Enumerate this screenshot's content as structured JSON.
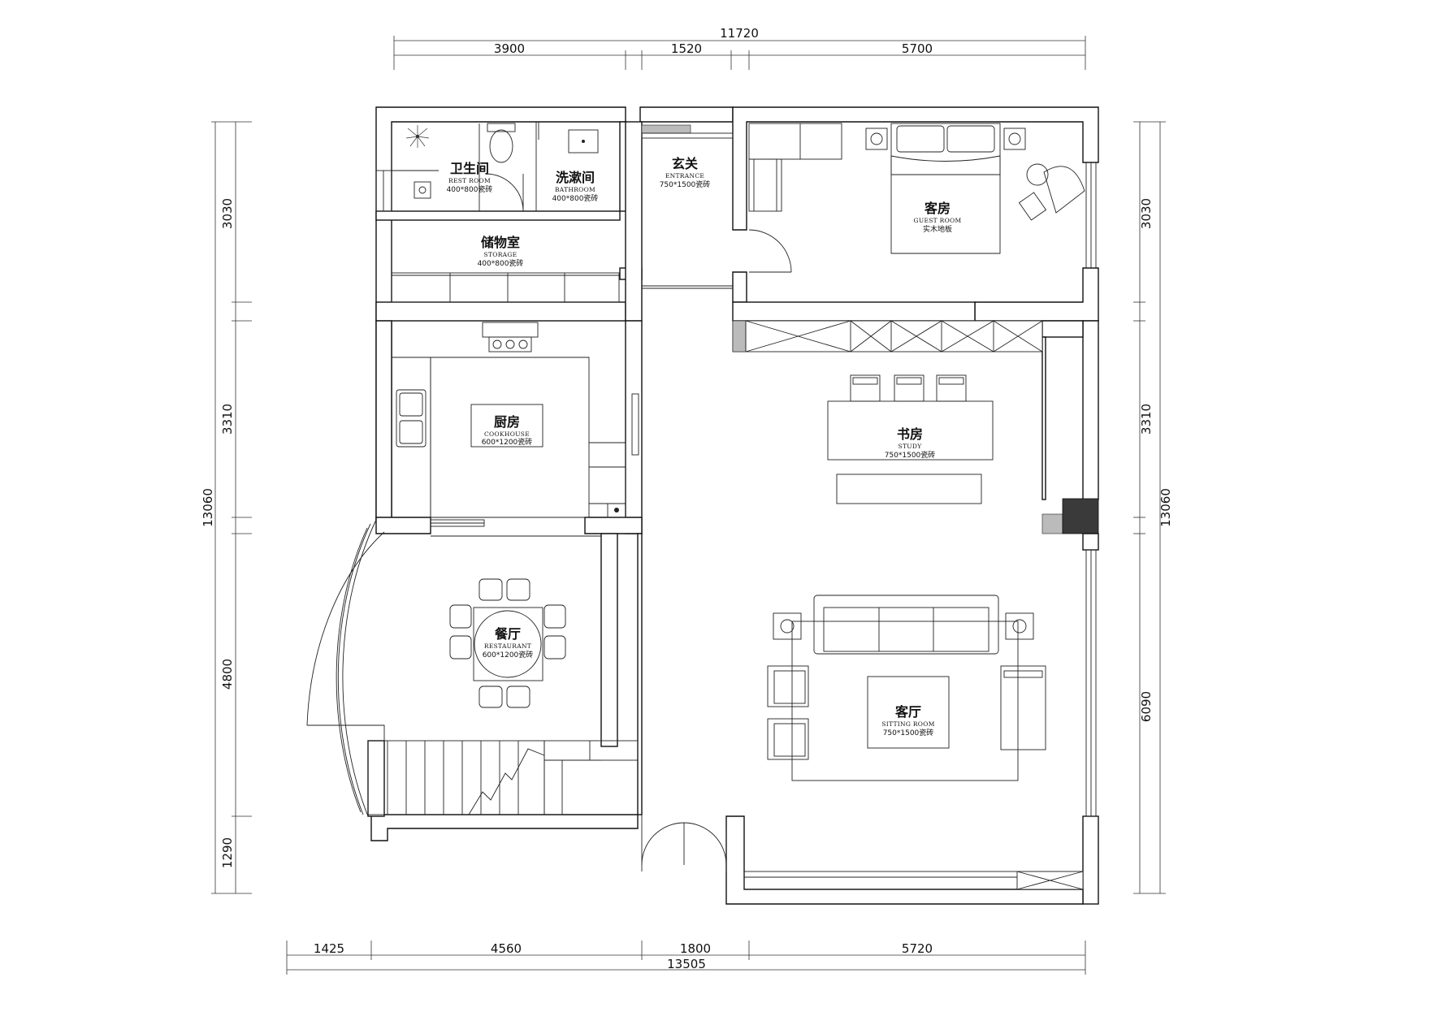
{
  "dimensions": {
    "top_total": "11720",
    "top_segments": [
      "3900",
      "1520",
      "5700"
    ],
    "bottom_total": "13505",
    "bottom_segments": [
      "1425",
      "4560",
      "1800",
      "5720"
    ],
    "left_total": "13060",
    "left_segments": [
      "3030",
      "3310",
      "4800",
      "1290"
    ],
    "right_total": "13060",
    "right_segments": [
      "3030",
      "3310",
      "6090"
    ]
  },
  "rooms": {
    "restroom": {
      "cn": "卫生间",
      "en": "REST ROOM",
      "spec": "400*800瓷砖"
    },
    "bathroom": {
      "cn": "洗漱间",
      "en": "BATHROOM",
      "spec": "400*800瓷砖"
    },
    "entrance": {
      "cn": "玄关",
      "en": "ENTRANCE",
      "spec": "750*1500瓷砖"
    },
    "guestroom": {
      "cn": "客房",
      "en": "GUEST ROOM",
      "spec": "实木地板"
    },
    "storage": {
      "cn": "储物室",
      "en": "STORAGE",
      "spec": "400*800瓷砖"
    },
    "kitchen": {
      "cn": "厨房",
      "en": "COOKHOUSE",
      "spec": "600*1200瓷砖"
    },
    "study": {
      "cn": "书房",
      "en": "STUDY",
      "spec": "750*1500瓷砖"
    },
    "restaurant": {
      "cn": "餐厅",
      "en": "RESTAURANT",
      "spec": "600*1200瓷砖"
    },
    "sitting": {
      "cn": "客厅",
      "en": "SITTING ROOM",
      "spec": "750*1500瓷砖"
    }
  }
}
